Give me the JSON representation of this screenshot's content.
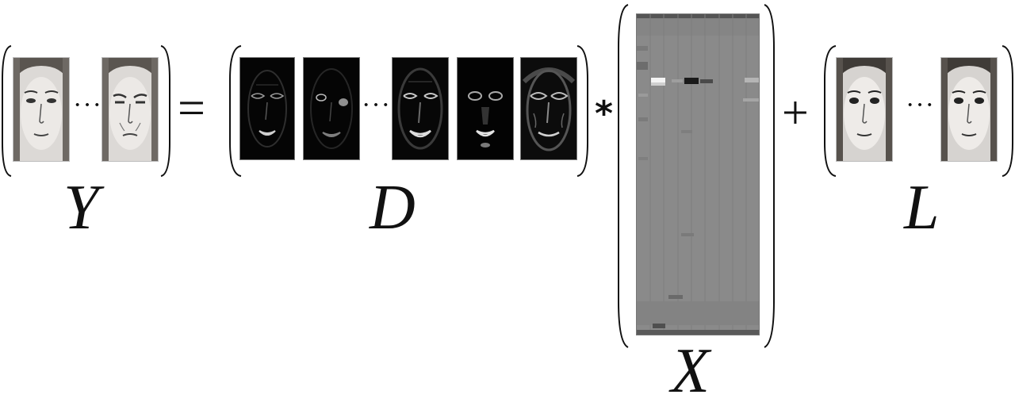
{
  "equation": {
    "lhs_symbol": "Y",
    "equals": "=",
    "dictionary_symbol": "D",
    "multiply": "*",
    "coeff_symbol": "X",
    "plus": "+",
    "lowrank_symbol": "L",
    "ellipsis": "···"
  },
  "colors": {
    "ink": "#111111",
    "matrix_bg": "#8a8a8a",
    "face_bg": "#d9d6d3",
    "atom_bg": "#050505"
  }
}
